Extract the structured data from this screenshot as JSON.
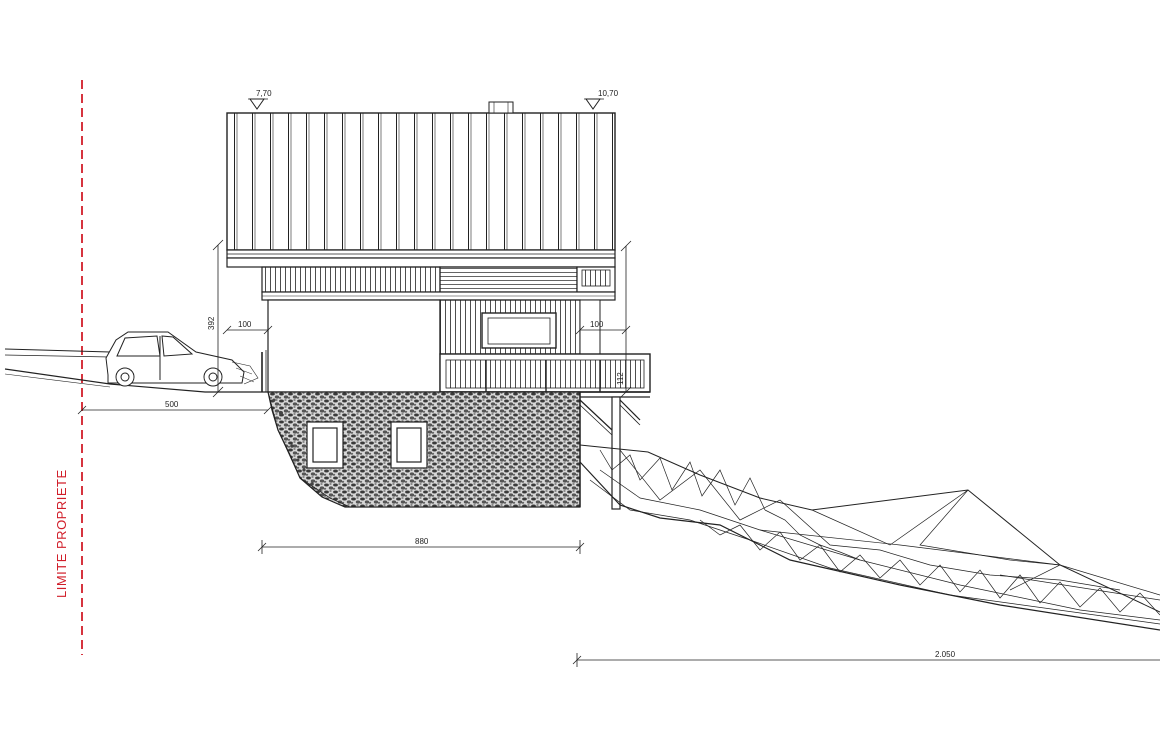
{
  "drawing": {
    "property_limit_label": "LIMITE PROPRIETE",
    "levels": {
      "left": "7,70",
      "right": "10,70"
    },
    "dimensions": {
      "height_left": "392",
      "overhang_left": "100",
      "overhang_right": "100",
      "balcony_height": "112",
      "setback": "500",
      "width": "880",
      "terrain": "2.050"
    },
    "colors": {
      "limit_line": "#d11e2a",
      "ink": "#222222"
    }
  }
}
